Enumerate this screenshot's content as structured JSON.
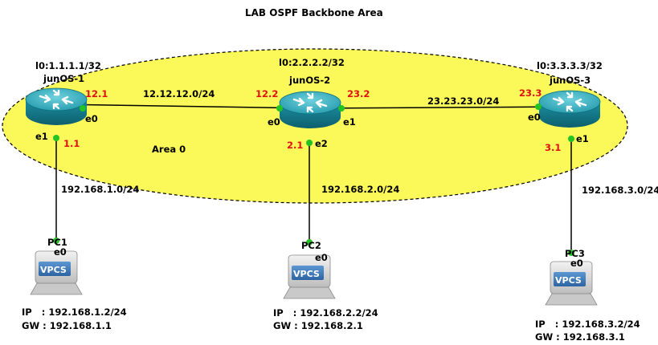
{
  "title": "LAB OSPF Backbone Area",
  "area_label": "Area 0",
  "routers": [
    {
      "name": "junOS-1",
      "loopback": "l0:1.1.1.1/32"
    },
    {
      "name": "junOS-2",
      "loopback": "l0:2.2.2.2/32"
    },
    {
      "name": "junOS-3",
      "loopback": "l0:3.3.3.3/32"
    }
  ],
  "links": [
    {
      "network": "12.12.12.0/24",
      "a_ip": "12.1",
      "a_if": "e0",
      "b_ip": "12.2",
      "b_if": "e0"
    },
    {
      "network": "23.23.23.0/24",
      "a_ip": "23.2",
      "a_if": "e1",
      "b_ip": "23.3",
      "b_if": "e0"
    }
  ],
  "lan_links": [
    {
      "network": "192.168.1.0/24",
      "router_ip": "1.1",
      "router_if": "e1",
      "pc_if": "e0"
    },
    {
      "network": "192.168.2.0/24",
      "router_ip": "2.1",
      "router_if": "e2",
      "pc_if": "e0"
    },
    {
      "network": "192.168.3.0/24",
      "router_ip": "3.1",
      "router_if": "e1",
      "pc_if": "e0"
    }
  ],
  "pcs": [
    {
      "name": "PC1",
      "badge": "VPCS",
      "ip_line": "IP   : 192.168.1.2/24",
      "gw_line": "GW : 192.168.1.1"
    },
    {
      "name": "PC2",
      "badge": "VPCS",
      "ip_line": "IP   : 192.168.2.2/24",
      "gw_line": "GW : 192.168.2.1"
    },
    {
      "name": "PC3",
      "badge": "VPCS",
      "ip_line": "IP   : 192.168.3.2/24",
      "gw_line": "GW : 192.168.3.1"
    }
  ],
  "colors": {
    "area_fill": "#fbf859",
    "router_body": "#1a93a6",
    "router_top": "#3fb6c6",
    "port_dot": "#22c322",
    "ip_text": "#e01010",
    "vpcs_badge": "#3b79b8"
  }
}
